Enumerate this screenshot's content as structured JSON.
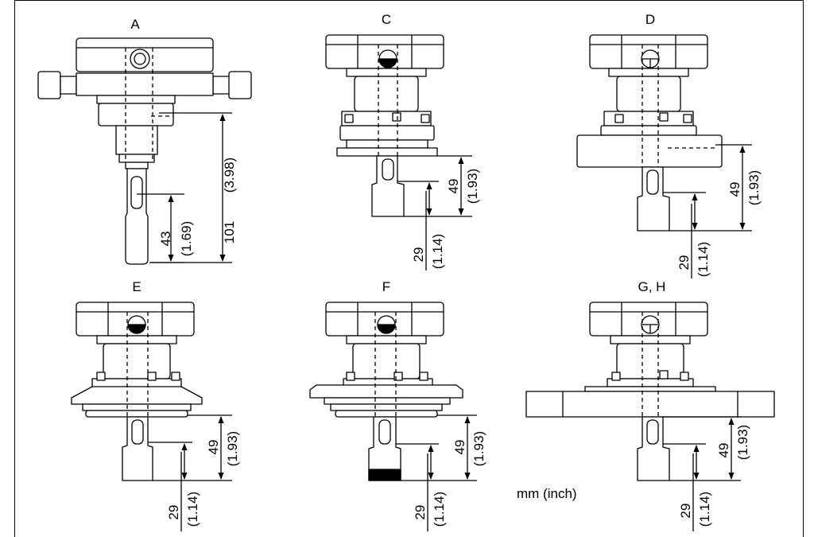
{
  "views": {
    "a": {
      "label": "A",
      "dim_43": "43",
      "dim_43_in": "(1.69)",
      "dim_101": "101",
      "dim_101_in": "(3.98)"
    },
    "c": {
      "label": "C",
      "dim_49": "49",
      "dim_49_in": "(1.93)",
      "dim_29": "29",
      "dim_29_in": "(1.14)"
    },
    "d": {
      "label": "D",
      "dim_49": "49",
      "dim_49_in": "(1.93)",
      "dim_29": "29",
      "dim_29_in": "(1.14)"
    },
    "e": {
      "label": "E",
      "dim_49": "49",
      "dim_49_in": "(1.93)",
      "dim_29": "29",
      "dim_29_in": "(1.14)"
    },
    "f": {
      "label": "F",
      "dim_49": "49",
      "dim_49_in": "(1.93)",
      "dim_29": "29",
      "dim_29_in": "(1.14)"
    },
    "gh": {
      "label": "G, H",
      "dim_49": "49",
      "dim_49_in": "(1.93)",
      "dim_29": "29",
      "dim_29_in": "(1.14)"
    }
  },
  "units_note": "mm (inch)"
}
